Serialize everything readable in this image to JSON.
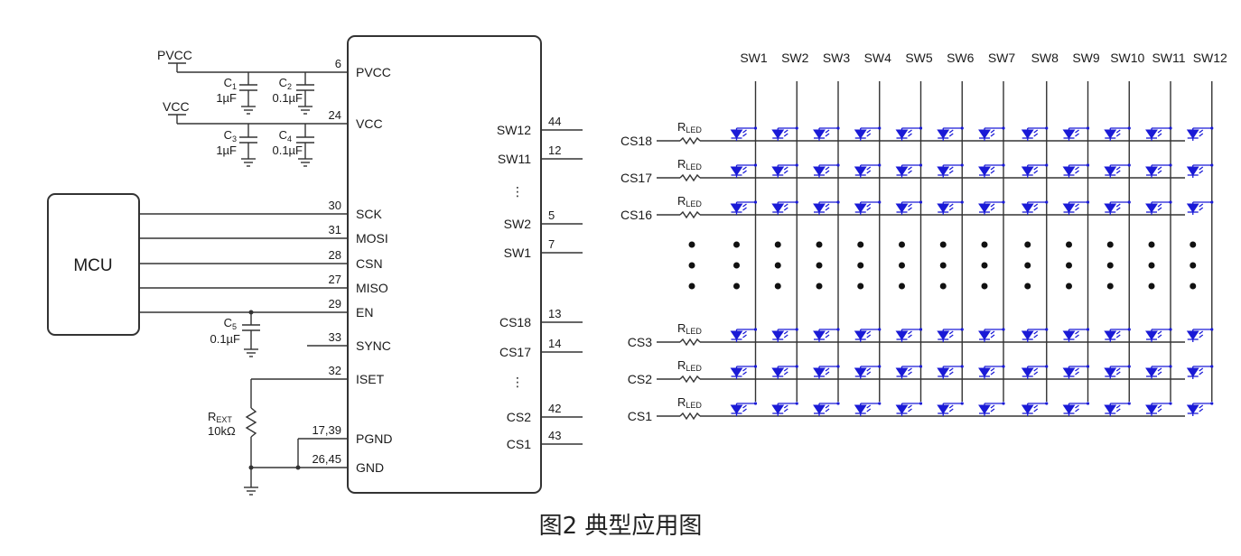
{
  "caption": "图2 典型应用图",
  "mcu_label": "MCU",
  "supply": {
    "pvcc": "PVCC",
    "vcc": "VCC"
  },
  "capacitors": [
    {
      "name": "C",
      "sub": "1",
      "value": "1µF"
    },
    {
      "name": "C",
      "sub": "2",
      "value": "0.1µF"
    },
    {
      "name": "C",
      "sub": "3",
      "value": "1µF"
    },
    {
      "name": "C",
      "sub": "4",
      "value": "0.1µF"
    },
    {
      "name": "C",
      "sub": "5",
      "value": "0.1µF"
    }
  ],
  "rext": {
    "name": "R",
    "sub": "EXT",
    "value": "10kΩ"
  },
  "ic_left_pins": [
    {
      "num": "6",
      "name": "PVCC"
    },
    {
      "num": "24",
      "name": "VCC"
    },
    {
      "num": "30",
      "name": "SCK"
    },
    {
      "num": "31",
      "name": "MOSI"
    },
    {
      "num": "28",
      "name": "CSN"
    },
    {
      "num": "27",
      "name": "MISO"
    },
    {
      "num": "29",
      "name": "EN"
    },
    {
      "num": "33",
      "name": "SYNC"
    },
    {
      "num": "32",
      "name": "ISET"
    },
    {
      "num": "17,39",
      "name": "PGND"
    },
    {
      "num": "26,45",
      "name": "GND"
    }
  ],
  "ic_right_pins": [
    {
      "num": "44",
      "name": "SW12"
    },
    {
      "num": "12",
      "name": "SW11"
    },
    {
      "num": "5",
      "name": "SW2"
    },
    {
      "num": "7",
      "name": "SW1"
    },
    {
      "num": "13",
      "name": "CS18"
    },
    {
      "num": "14",
      "name": "CS17"
    },
    {
      "num": "42",
      "name": "CS2"
    },
    {
      "num": "43",
      "name": "CS1"
    }
  ],
  "ellipsis": "⋮",
  "matrix": {
    "sw_labels": [
      "SW1",
      "SW2",
      "SW3",
      "SW4",
      "SW5",
      "SW6",
      "SW7",
      "SW8",
      "SW9",
      "SW10",
      "SW11",
      "SW12"
    ],
    "cs_rows": [
      "CS18",
      "CS17",
      "CS16",
      "CS3",
      "CS2",
      "CS1"
    ],
    "rled": {
      "name": "R",
      "sub": "LED"
    }
  }
}
